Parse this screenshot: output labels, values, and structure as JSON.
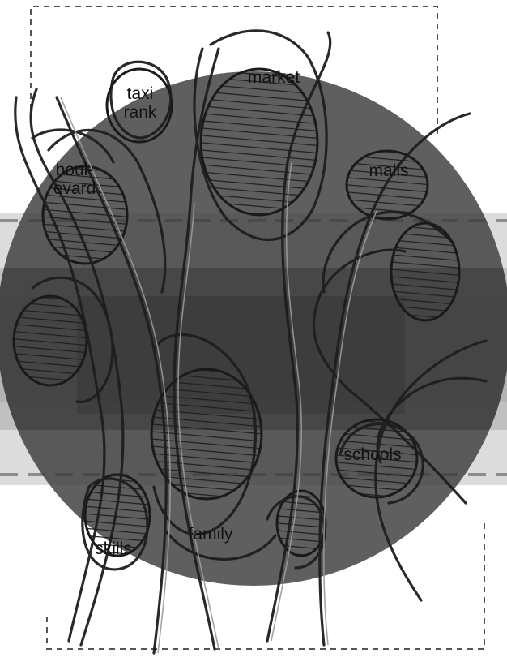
{
  "labels": {
    "taxi_rank": [
      "taxi",
      "rank"
    ],
    "market": "market",
    "boulevard": [
      "boul-",
      "evard"
    ],
    "malls": "malls",
    "schools": "schools",
    "family": "family",
    "skills": "skills"
  },
  "colors": {
    "circle": "#3c3c3c",
    "band_light": "#d9d9d9",
    "band_mid": "#b8b8b8",
    "sketch_stroke": "#2a2a2a",
    "dashed_frame": "#555555"
  }
}
